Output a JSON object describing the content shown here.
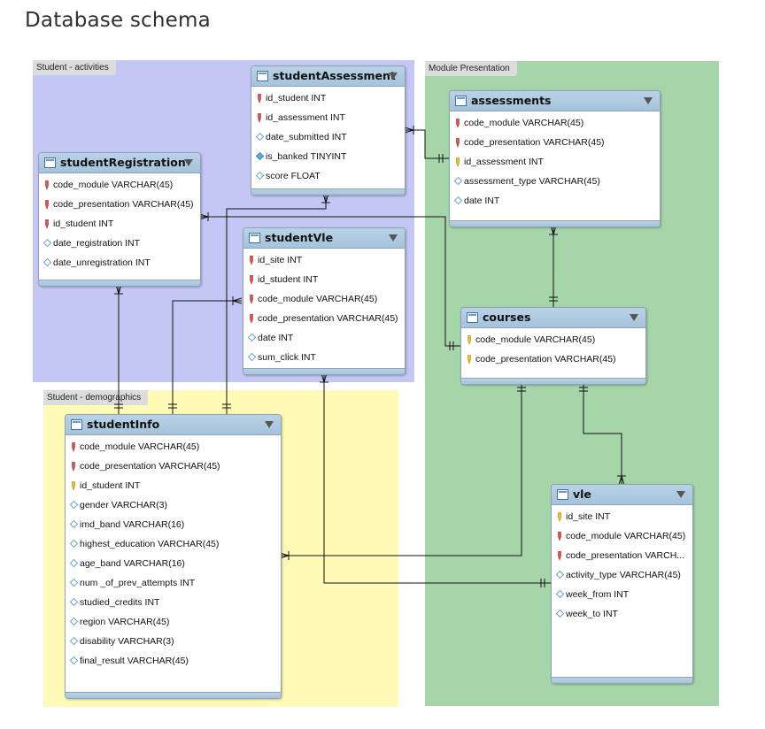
{
  "title": "Database schema",
  "regions": {
    "activities": "Student - activities",
    "demographics": "Student - demographics",
    "module": "Module Presentation"
  },
  "colors": {
    "activities": "#c4c6f4",
    "demographics": "#fffbb6",
    "module": "#a5d5a9",
    "header": "#a5c3db"
  },
  "tables": {
    "studentAssessment": {
      "name": "studentAssessment",
      "columns": [
        {
          "text": "id_student INT",
          "icon": "pk-icon"
        },
        {
          "text": "id_assessment INT",
          "icon": "pk-icon"
        },
        {
          "text": "date_submitted INT",
          "icon": "column-icon"
        },
        {
          "text": "is_banked TINYINT",
          "icon": "column-filled-icon"
        },
        {
          "text": "score FLOAT",
          "icon": "column-icon"
        }
      ]
    },
    "assessments": {
      "name": "assessments",
      "columns": [
        {
          "text": "code_module VARCHAR(45)",
          "icon": "pk-icon"
        },
        {
          "text": "code_presentation VARCHAR(45)",
          "icon": "pk-icon"
        },
        {
          "text": "id_assessment INT",
          "icon": "key-icon"
        },
        {
          "text": "assessment_type VARCHAR(45)",
          "icon": "column-icon"
        },
        {
          "text": "date INT",
          "icon": "column-icon"
        }
      ]
    },
    "studentRegistration": {
      "name": "studentRegistration",
      "columns": [
        {
          "text": "code_module VARCHAR(45)",
          "icon": "pk-icon"
        },
        {
          "text": "code_presentation VARCHAR(45)",
          "icon": "pk-icon"
        },
        {
          "text": "id_student INT",
          "icon": "pk-icon"
        },
        {
          "text": "date_registration INT",
          "icon": "column-icon"
        },
        {
          "text": "date_unregistration INT",
          "icon": "column-icon"
        }
      ]
    },
    "studentVle": {
      "name": "studentVle",
      "columns": [
        {
          "text": "id_site INT",
          "icon": "pk-icon"
        },
        {
          "text": "id_student INT",
          "icon": "pk-icon"
        },
        {
          "text": "code_module VARCHAR(45)",
          "icon": "pk-icon"
        },
        {
          "text": "code_presentation VARCHAR(45)",
          "icon": "pk-icon"
        },
        {
          "text": "date INT",
          "icon": "column-icon"
        },
        {
          "text": "sum_click INT",
          "icon": "column-icon"
        }
      ]
    },
    "courses": {
      "name": "courses",
      "columns": [
        {
          "text": "code_module VARCHAR(45)",
          "icon": "key-icon"
        },
        {
          "text": "code_presentation VARCHAR(45)",
          "icon": "key-icon"
        }
      ]
    },
    "studentInfo": {
      "name": "studentInfo",
      "columns": [
        {
          "text": "code_module VARCHAR(45)",
          "icon": "pk-icon"
        },
        {
          "text": "code_presentation VARCHAR(45)",
          "icon": "pk-icon"
        },
        {
          "text": "id_student INT",
          "icon": "key-icon"
        },
        {
          "text": "gender VARCHAR(3)",
          "icon": "column-icon"
        },
        {
          "text": "imd_band VARCHAR(16)",
          "icon": "column-icon"
        },
        {
          "text": "highest_education VARCHAR(45)",
          "icon": "column-icon"
        },
        {
          "text": "age_band VARCHAR(16)",
          "icon": "column-icon"
        },
        {
          "text": "num _of_prev_attempts INT",
          "icon": "column-icon"
        },
        {
          "text": "studied_credits INT",
          "icon": "column-icon"
        },
        {
          "text": "region VARCHAR(45)",
          "icon": "column-icon"
        },
        {
          "text": "disability VARCHAR(3)",
          "icon": "column-icon"
        },
        {
          "text": "final_result VARCHAR(45)",
          "icon": "column-icon"
        }
      ]
    },
    "vle": {
      "name": "vle",
      "columns": [
        {
          "text": "id_site INT",
          "icon": "key-icon"
        },
        {
          "text": "code_module VARCHAR(45)",
          "icon": "pk-icon"
        },
        {
          "text": "code_presentation VARCH...",
          "icon": "pk-icon"
        },
        {
          "text": "activity_type VARCHAR(45)",
          "icon": "column-icon"
        },
        {
          "text": "week_from INT",
          "icon": "column-icon"
        },
        {
          "text": "week_to INT",
          "icon": "column-icon"
        }
      ]
    }
  }
}
